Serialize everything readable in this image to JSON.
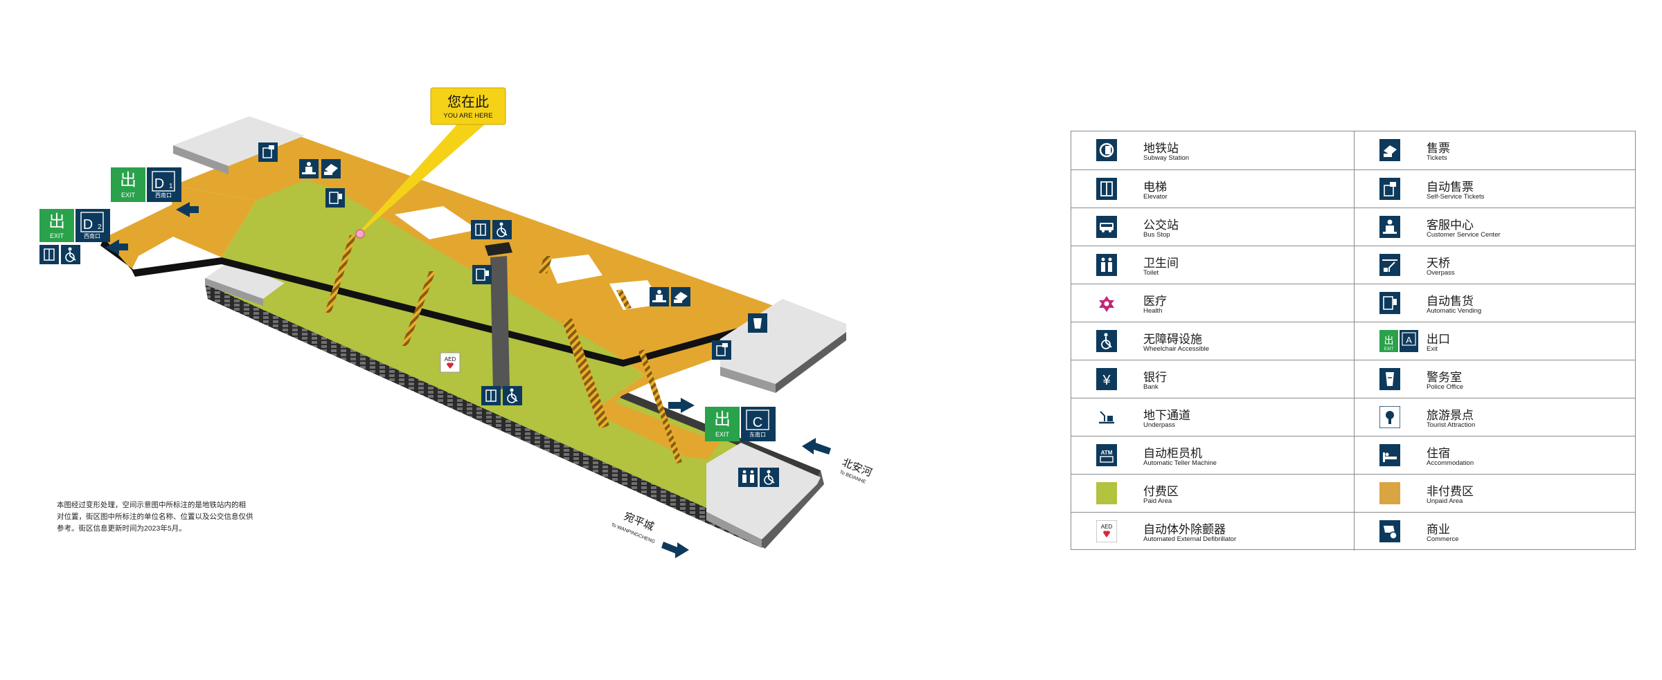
{
  "map": {
    "you_are_here_zh": "您在此",
    "you_are_here_en": "YOU ARE HERE",
    "exits": [
      {
        "exit_glyph": "出",
        "exit_en": "EXIT",
        "letter": "D",
        "sub": "1",
        "zh": "西南口"
      },
      {
        "exit_glyph": "出",
        "exit_en": "EXIT",
        "letter": "D",
        "sub": "2",
        "zh": "西南口"
      },
      {
        "exit_glyph": "出",
        "exit_en": "EXIT",
        "letter": "C",
        "sub": "",
        "zh": "东南口"
      }
    ],
    "aed_label": "AED",
    "directions": [
      {
        "zh": "北安河",
        "en": "To BEIANHE"
      },
      {
        "zh": "宛平城",
        "en": "To WANPINGCHENG"
      }
    ],
    "colors": {
      "paid": "#b3c23f",
      "unpaid": "#e3a72f",
      "navy": "#0d3a5c",
      "exit_green": "#2aa14b",
      "callout": "#f5d218"
    },
    "note_lines": [
      "本图经过变形处理，空间示意图中所标注的是地铁站内的相",
      "对位置，街区图中所标注的单位名称、位置以及公交信息仅供",
      "参考。街区信息更新时间为2023年5月。"
    ]
  },
  "legend": {
    "left": [
      {
        "zh": "地铁站",
        "en": "Subway Station",
        "icon": "subway-station-icon"
      },
      {
        "zh": "电梯",
        "en": "Elevator",
        "icon": "elevator-icon"
      },
      {
        "zh": "公交站",
        "en": "Bus Stop",
        "icon": "bus-stop-icon"
      },
      {
        "zh": "卫生间",
        "en": "Toilet",
        "icon": "toilet-icon"
      },
      {
        "zh": "医疗",
        "en": "Health",
        "icon": "health-icon"
      },
      {
        "zh": "无障碍设施",
        "en": "Wheelchair Accessible",
        "icon": "wheelchair-icon"
      },
      {
        "zh": "银行",
        "en": "Bank",
        "icon": "bank-icon"
      },
      {
        "zh": "地下通道",
        "en": "Underpass",
        "icon": "underpass-icon"
      },
      {
        "zh": "自动柜员机",
        "en": "Automatic Teller Machine",
        "icon": "atm-icon"
      },
      {
        "zh": "付费区",
        "en": "Paid Area",
        "icon": "paid-area-swatch"
      },
      {
        "zh": "自动体外除颤器",
        "en": "Automated External Defibrillator",
        "icon": "aed-icon"
      }
    ],
    "right": [
      {
        "zh": "售票",
        "en": "Tickets",
        "icon": "tickets-icon"
      },
      {
        "zh": "自动售票",
        "en": "Self-Service Tickets",
        "icon": "self-service-tickets-icon"
      },
      {
        "zh": "客服中心",
        "en": "Customer Service Center",
        "icon": "customer-service-icon"
      },
      {
        "zh": "天桥",
        "en": "Overpass",
        "icon": "overpass-icon"
      },
      {
        "zh": "自动售货",
        "en": "Automatic Vending",
        "icon": "vending-icon"
      },
      {
        "zh": "出口",
        "en": "Exit",
        "icon": "exit-icon"
      },
      {
        "zh": "警务室",
        "en": "Police Office",
        "icon": "police-icon"
      },
      {
        "zh": "旅游景点",
        "en": "Tourist Attraction",
        "icon": "tourist-attraction-icon"
      },
      {
        "zh": "住宿",
        "en": "Accommodation",
        "icon": "accommodation-icon"
      },
      {
        "zh": "非付费区",
        "en": "Unpaid Area",
        "icon": "unpaid-area-swatch"
      },
      {
        "zh": "商业",
        "en": "Commerce",
        "icon": "commerce-icon"
      }
    ],
    "exit_icon_letter": "A",
    "exit_icon_glyph": "出",
    "aed_icon_label": "AED"
  }
}
